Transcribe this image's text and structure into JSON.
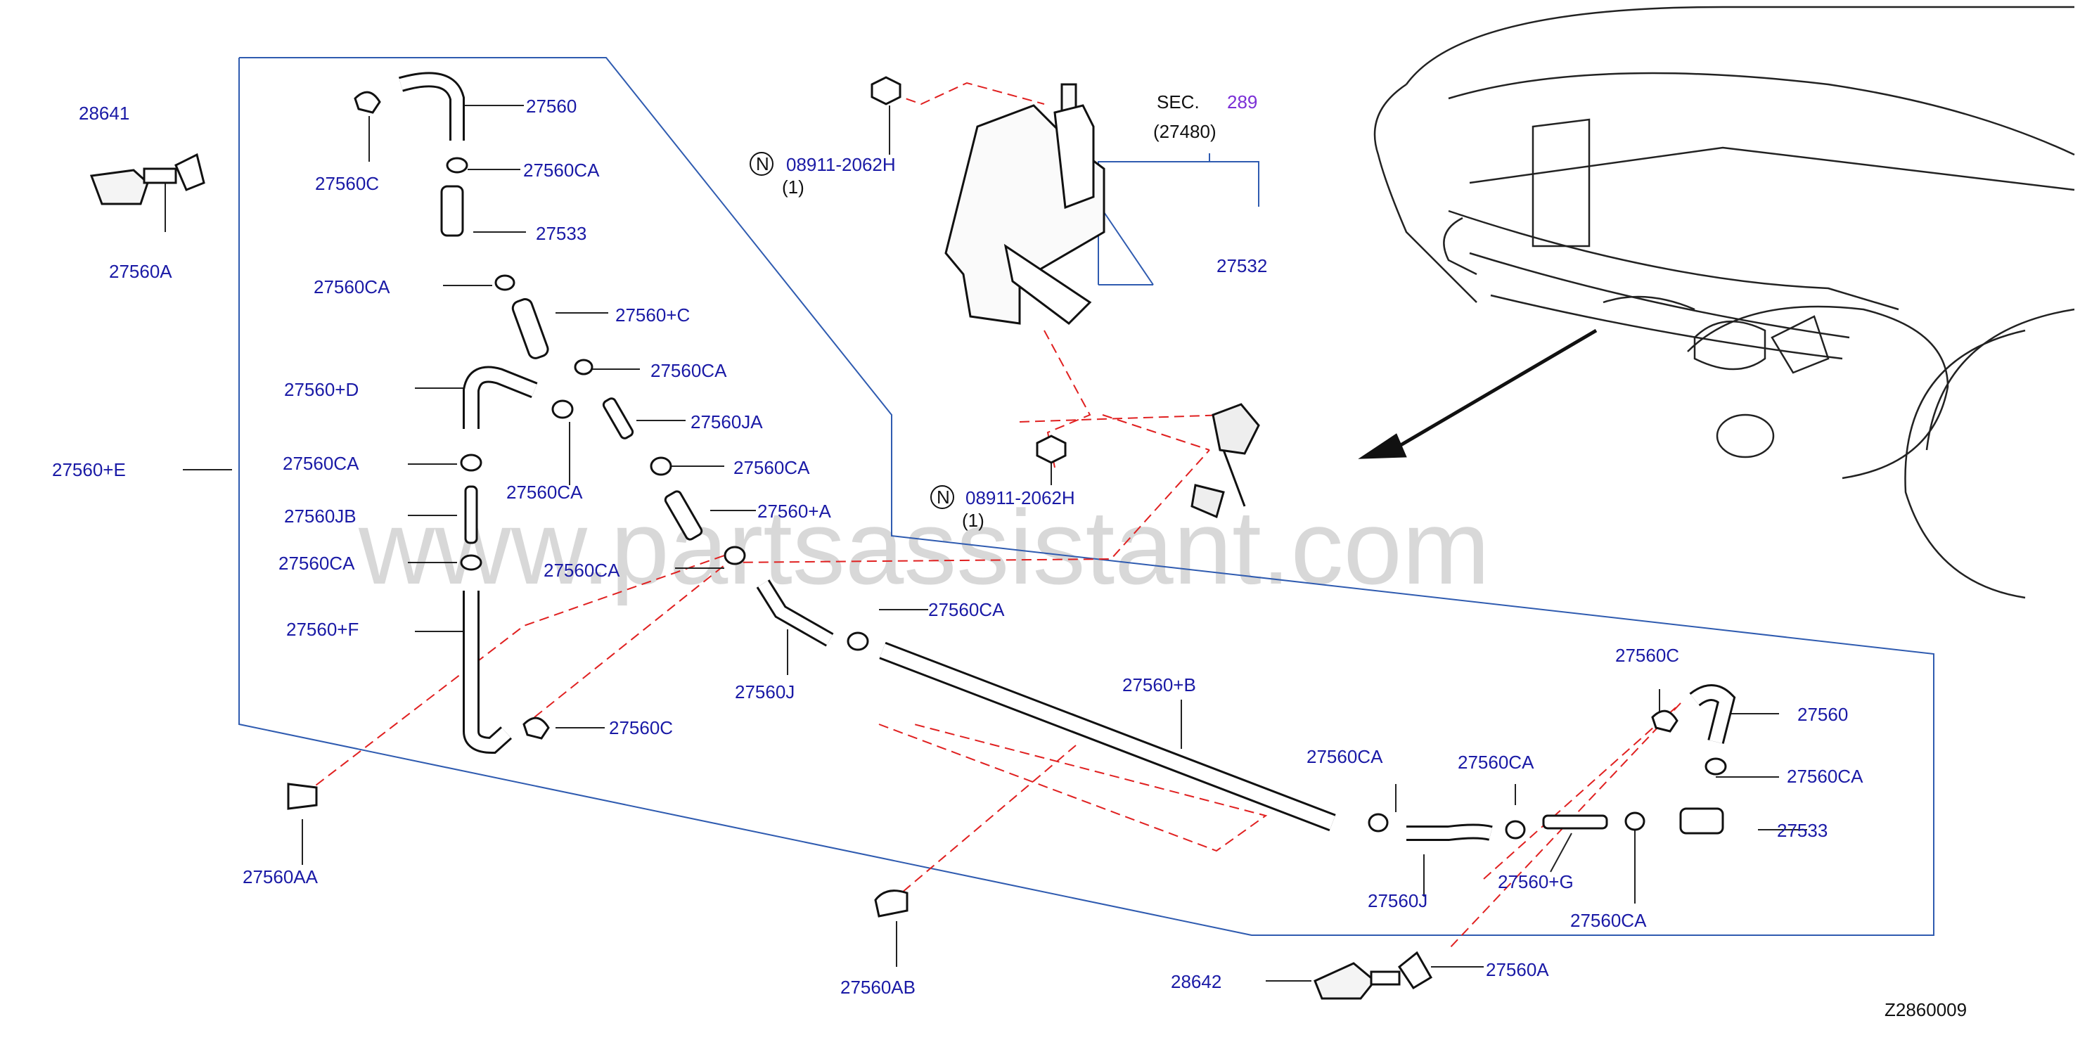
{
  "diagram": {
    "drawing_number": "Z2860009",
    "watermark": "www.partsassistant.com",
    "colors": {
      "label": "#1a1aa6",
      "section_link": "#7b2fd6",
      "outline": "#2f5bb0",
      "dashed": "#e02020",
      "ink": "#111111",
      "watermark": "#d8d8d8"
    },
    "sec_ref": {
      "prefix": "SEC.",
      "number": "289",
      "sub": "(27480)"
    },
    "nut_ref": {
      "marker": "N",
      "part": "08911-2062H",
      "qty": "(1)"
    },
    "labels": {
      "p28641": "28641",
      "p27560A_l": "27560A",
      "p27560_top": "27560",
      "p27560C_top": "27560C",
      "p27560CA_1": "27560CA",
      "p27533_l": "27533",
      "p27560CA_2": "27560CA",
      "p27560pC": "27560+C",
      "p27560CA_3": "27560CA",
      "p27560pD": "27560+D",
      "p27560JA": "27560JA",
      "p27560CA_4": "27560CA",
      "p27560CA_5": "27560CA",
      "p27560CA_6": "27560CA",
      "p27560pE": "27560+E",
      "p27560JB": "27560JB",
      "p27560pA": "27560+A",
      "p27560CA_7": "27560CA",
      "p27560CA_8": "27560CA",
      "p27560pF": "27560+F",
      "p27560CA_9": "27560CA",
      "p27560J_l": "27560J",
      "p27560C_mid": "27560C",
      "p27560pB": "27560+B",
      "p27560AA": "27560AA",
      "p27560AB": "27560AB",
      "p27532": "27532",
      "p27560C_r": "27560C",
      "p27560_r": "27560",
      "p27560CA_r1": "27560CA",
      "p27560CA_r2": "27560CA",
      "p27560CA_r3": "27560CA",
      "p27533_r": "27533",
      "p27560J_r": "27560J",
      "p27560pG": "27560+G",
      "p27560CA_r4": "27560CA",
      "p28642": "28642",
      "p27560A_r": "27560A"
    }
  }
}
